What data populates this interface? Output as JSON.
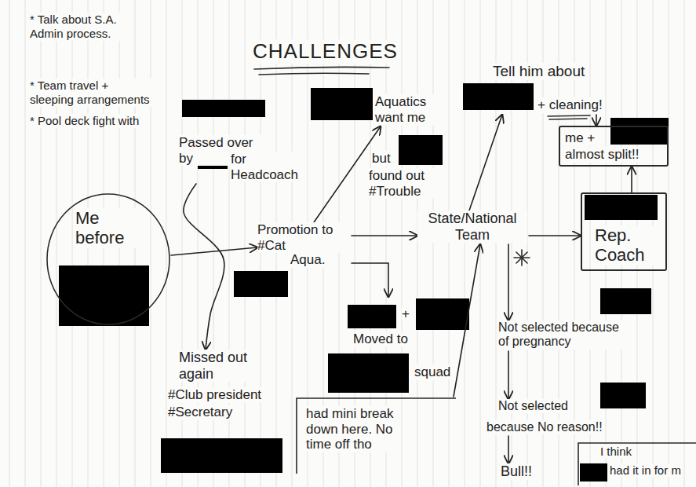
{
  "diagram": {
    "title": "CHALLENGES",
    "nodes": [
      {
        "text": [
          "Me before"
        ]
      },
      {
        "text": [
          "Passed over by",
          "for Headcoach"
        ]
      },
      {
        "text": [
          "Missed out again",
          "#Club president",
          "#Secretary"
        ]
      },
      {
        "text": [
          "Promotion to #Cat",
          "Aqua."
        ]
      },
      {
        "text": [
          "Aquatics want me"
        ]
      },
      {
        "text": [
          "but",
          "found out #Trouble"
        ]
      },
      {
        "text": [
          "+",
          "Moved to",
          "squad"
        ]
      },
      {
        "text": [
          "had mini break down here. No time off tho"
        ]
      },
      {
        "text": [
          "State/National Team"
        ]
      },
      {
        "text": [
          "Tell him about",
          "+ cleaning!"
        ]
      },
      {
        "text": [
          "me +",
          "almost split!!"
        ]
      },
      {
        "text": [
          "Rep. Coach"
        ]
      },
      {
        "text": [
          "Not selected because of pregnancy"
        ]
      },
      {
        "text": [
          "Not selected",
          "because No reason!!"
        ]
      },
      {
        "text": [
          "Bull!!"
        ]
      },
      {
        "text": [
          "I think",
          "had it in for m"
        ]
      }
    ],
    "edges": [
      {
        "from": 0,
        "to": 3,
        "arrow": "to"
      },
      {
        "from": 1,
        "to": 2,
        "arrow": "to"
      },
      {
        "from": 3,
        "to": 4,
        "arrow": "to"
      },
      {
        "from": 3,
        "to": 8,
        "arrow": "to"
      },
      {
        "from": 3,
        "to": 6,
        "arrow": "to"
      },
      {
        "from": 7,
        "to": 8,
        "arrow": "to"
      },
      {
        "from": 8,
        "to": 9,
        "arrow": "to"
      },
      {
        "from": 8,
        "to": 11,
        "arrow": "to"
      },
      {
        "from": 11,
        "to": 10,
        "arrow": "to"
      },
      {
        "from": 8,
        "to": 12,
        "arrow": "to"
      },
      {
        "from": 12,
        "to": 13,
        "arrow": "to"
      },
      {
        "from": 13,
        "to": 14,
        "arrow": "to"
      },
      {
        "from": 9,
        "to": 10,
        "arrow": "to"
      }
    ],
    "labels": [
      "* Talk about S.A. Admin process.",
      "* Team travel + sleeping arrangements",
      "* Pool deck fight with"
    ]
  }
}
